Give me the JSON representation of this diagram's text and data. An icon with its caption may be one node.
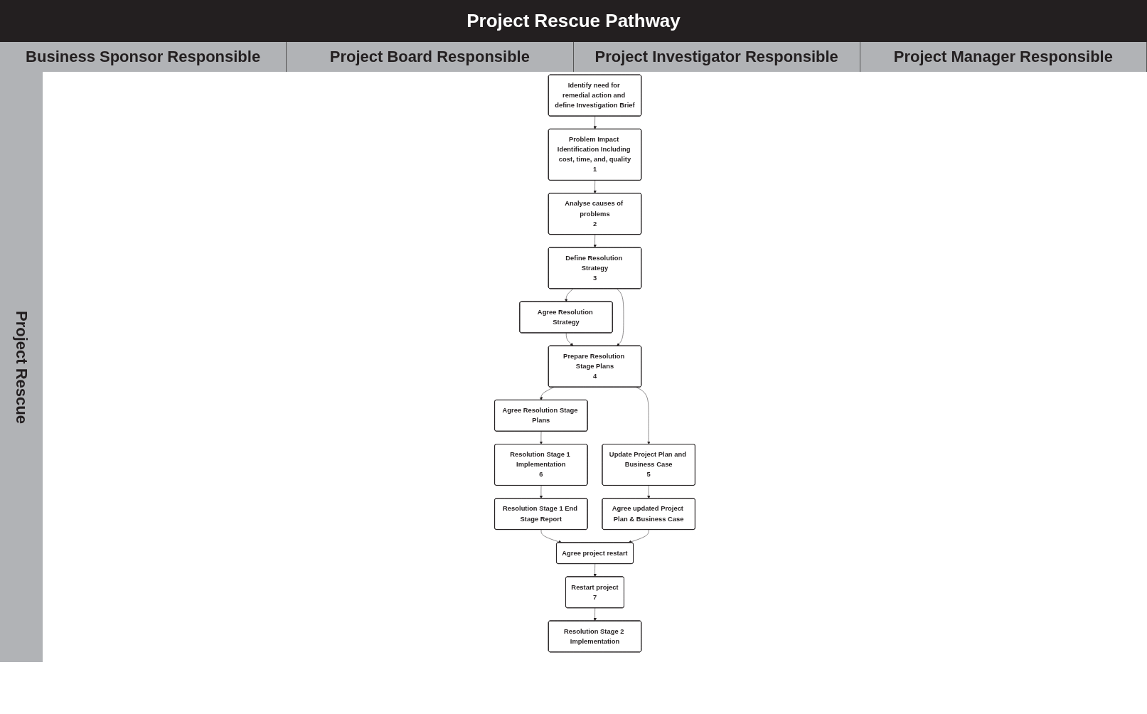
{
  "diagram": {
    "title": "Project Rescue Pathway",
    "nodes": [
      {
        "text": [
          "Identify need for remedial action and define Investigation Brief"
        ]
      },
      {
        "text": [
          "Problem Impact Identification Including cost, time, and, quality",
          "1"
        ]
      },
      {
        "text": [
          "Analyse causes of problems",
          "2"
        ]
      },
      {
        "text": [
          "Define Resolution Strategy",
          "3"
        ]
      },
      {
        "text": [
          "Agree Resolution Strategy"
        ]
      },
      {
        "text": [
          "Prepare Resolution Stage Plans",
          "4"
        ]
      },
      {
        "text": [
          "Update Project Plan and Business Case",
          "5"
        ]
      },
      {
        "text": [
          "Agree updated Project Plan & Business Case"
        ]
      },
      {
        "text": [
          "Agree Resolution Stage Plans"
        ]
      },
      {
        "text": [
          "Resolution Stage 1 Implementation",
          "6"
        ]
      },
      {
        "text": [
          "Resolution Stage 1 End Stage Report"
        ]
      },
      {
        "text": [
          "Agree project restart"
        ]
      },
      {
        "text": [
          "Restart project",
          "7"
        ]
      },
      {
        "text": [
          "Resolution Stage 2 Implementation"
        ]
      }
    ],
    "edges": [
      {
        "from": 0,
        "to": 1,
        "arrow": "to"
      },
      {
        "from": 1,
        "to": 2,
        "arrow": "to"
      },
      {
        "from": 2,
        "to": 3,
        "arrow": "to"
      },
      {
        "from": 3,
        "to": 4,
        "arrow": "to"
      },
      {
        "from": 4,
        "to": 5,
        "arrow": "to"
      },
      {
        "from": 3,
        "to": 5,
        "arrow": "to"
      },
      {
        "from": 5,
        "to": 6,
        "arrow": "to"
      },
      {
        "from": 6,
        "to": 7,
        "arrow": "to"
      },
      {
        "from": 5,
        "to": 8,
        "arrow": "to"
      },
      {
        "from": 8,
        "to": 9,
        "arrow": "to"
      },
      {
        "from": 9,
        "to": 10,
        "arrow": "to"
      },
      {
        "from": 10,
        "to": 11,
        "arrow": "to"
      },
      {
        "from": 7,
        "to": 11,
        "arrow": "to"
      },
      {
        "from": 11,
        "to": 12,
        "arrow": "to"
      },
      {
        "from": 12,
        "to": 13,
        "arrow": "to"
      }
    ],
    "labels": [
      "Business Sponsor Responsible",
      "Project Board Responsible",
      "Project Investigator Responsible",
      "Project Manager Responsible",
      "Project Rescue"
    ]
  }
}
